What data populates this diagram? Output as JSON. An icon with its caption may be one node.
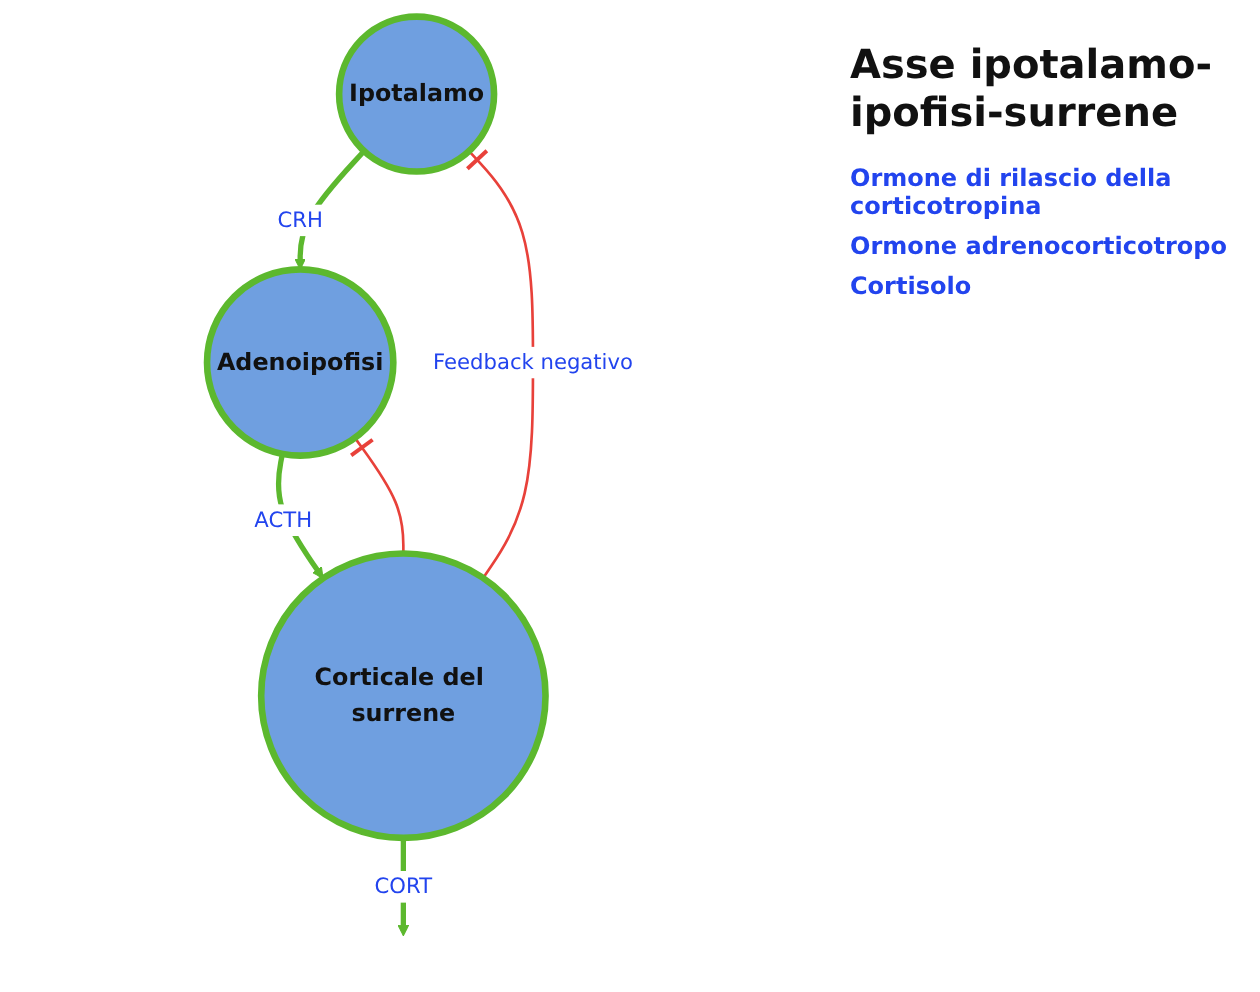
{
  "diagram": {
    "title": "Asse ipotalamo-ipofisi-surrene",
    "nodes": [
      {
        "text": [
          "Ipotalamo"
        ]
      },
      {
        "text": [
          "Adenoipofisi"
        ]
      },
      {
        "text": [
          "Corticale del surrene"
        ]
      }
    ],
    "edges": [
      {
        "from": 0,
        "to": 1,
        "arrow": "to",
        "label": "CRH"
      },
      {
        "from": 1,
        "to": 2,
        "arrow": "to",
        "label": "ACTH"
      },
      {
        "from": 2,
        "to": null,
        "arrow": "to",
        "label": "CORT"
      },
      {
        "from": 2,
        "to": 0,
        "arrow": "other",
        "label": "Feedback negativo",
        "color": "#e8413a"
      },
      {
        "from": 2,
        "to": 1,
        "arrow": "other",
        "color": "#e8413a"
      }
    ],
    "labels": [
      "Ormone di rilascio della corticotropina",
      "Ormone adrenocorticotropo",
      "Cortisolo"
    ]
  }
}
